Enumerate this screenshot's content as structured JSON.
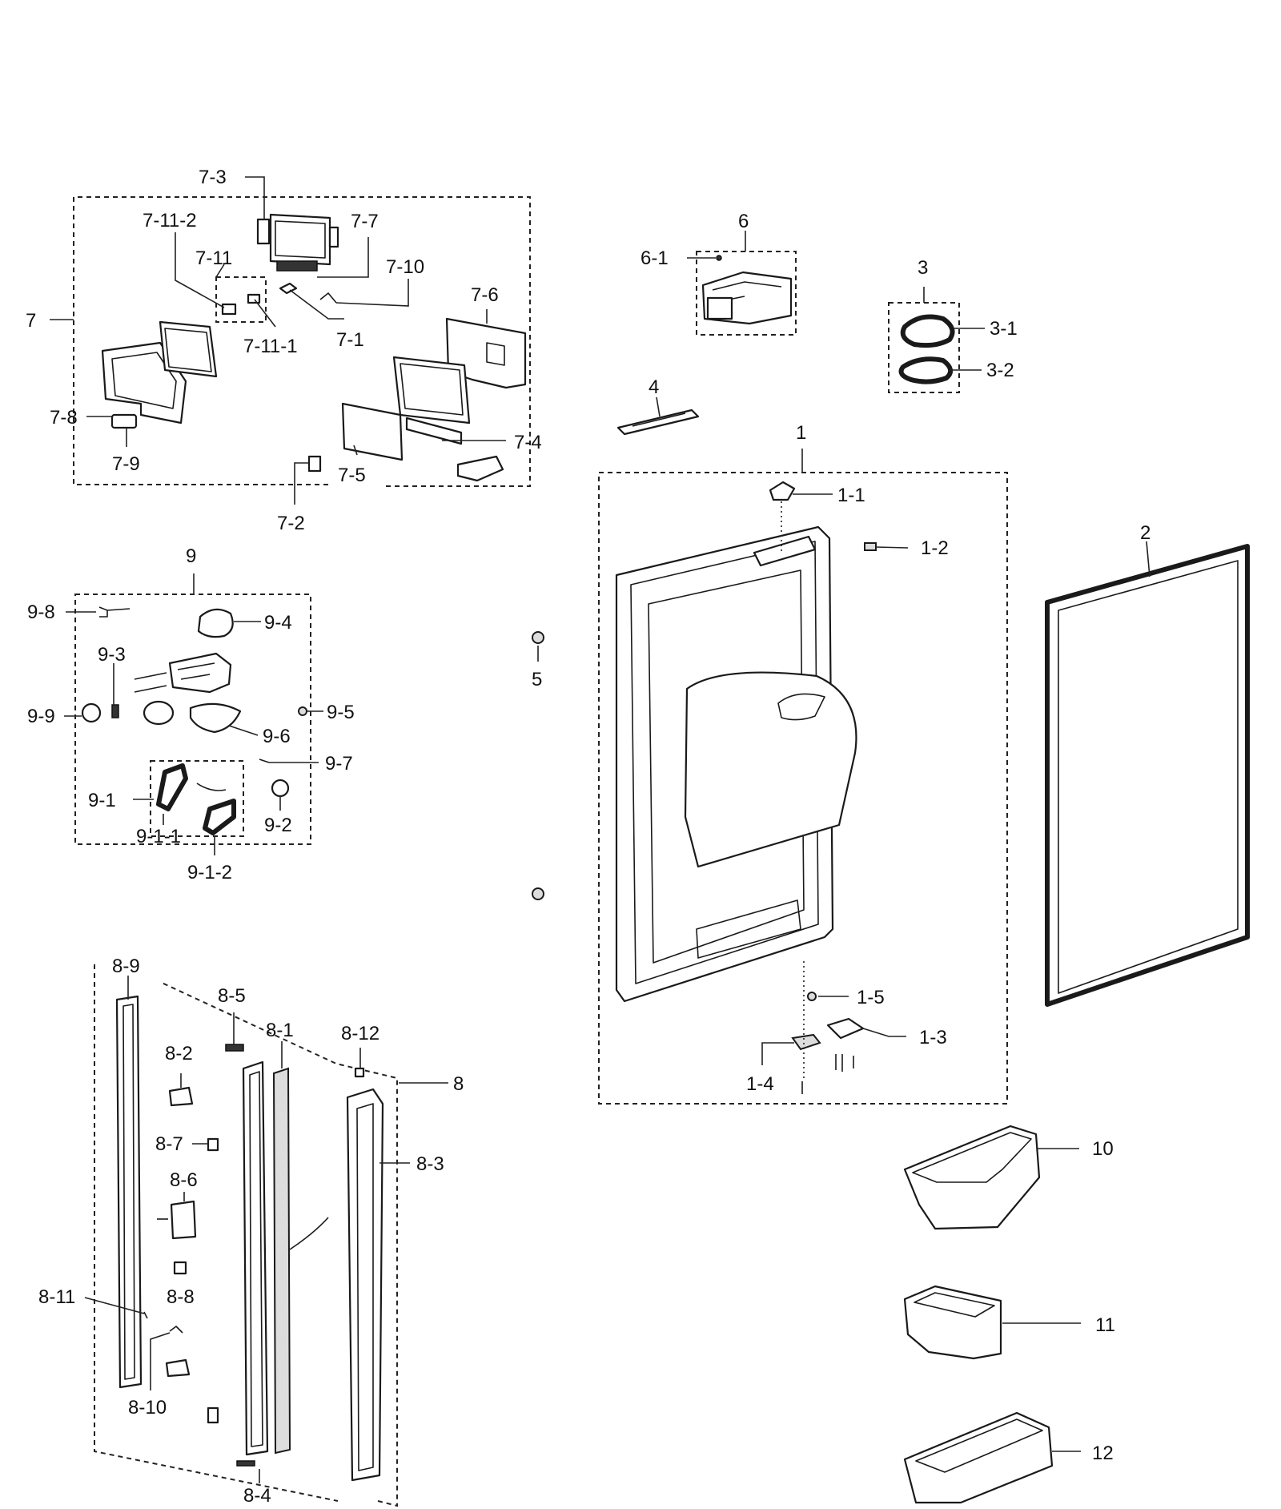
{
  "diagram": {
    "type": "exploded-parts-view",
    "callouts": {
      "c1": "1",
      "c1_1": "1-1",
      "c1_2": "1-2",
      "c1_3": "1-3",
      "c1_4": "1-4",
      "c1_5": "1-5",
      "c2": "2",
      "c3": "3",
      "c3_1": "3-1",
      "c3_2": "3-2",
      "c4": "4",
      "c5": "5",
      "c6": "6",
      "c6_1": "6-1",
      "c7": "7",
      "c7_1": "7-1",
      "c7_2": "7-2",
      "c7_3": "7-3",
      "c7_4": "7-4",
      "c7_5": "7-5",
      "c7_6": "7-6",
      "c7_7": "7-7",
      "c7_8": "7-8",
      "c7_9": "7-9",
      "c7_10": "7-10",
      "c7_11": "7-11",
      "c7_11_1": "7-11-1",
      "c7_11_2": "7-11-2",
      "c8": "8",
      "c8_1": "8-1",
      "c8_2": "8-2",
      "c8_3": "8-3",
      "c8_4": "8-4",
      "c8_5": "8-5",
      "c8_6": "8-6",
      "c8_7": "8-7",
      "c8_8": "8-8",
      "c8_9": "8-9",
      "c8_10": "8-10",
      "c8_11": "8-11",
      "c8_12": "8-12",
      "c9": "9",
      "c9_1": "9-1",
      "c9_1_1": "9-1-1",
      "c9_1_2": "9-1-2",
      "c9_2": "9-2",
      "c9_3": "9-3",
      "c9_4": "9-4",
      "c9_5": "9-5",
      "c9_6": "9-6",
      "c9_7": "9-7",
      "c9_8": "9-8",
      "c9_9": "9-9",
      "c10": "10",
      "c11": "11",
      "c12": "12"
    }
  }
}
